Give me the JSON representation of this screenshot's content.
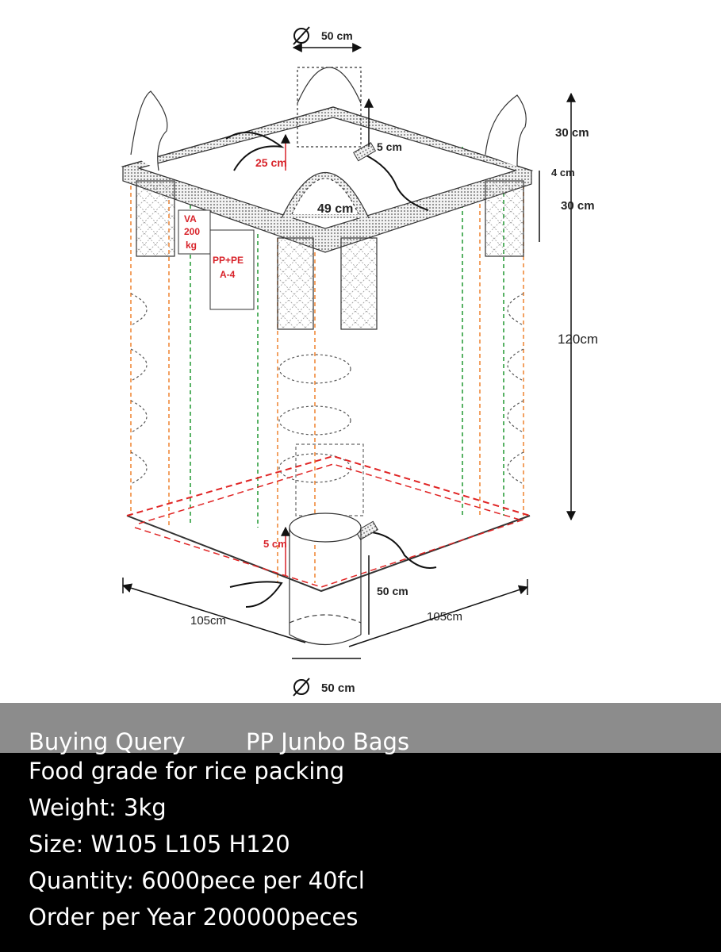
{
  "diagram": {
    "labels": {
      "top_spout_diameter": "50 cm",
      "top_spout_height": "30 cm",
      "top_tie_length": "5 cm",
      "top_skirt_depth": "25 cm",
      "top_spout_width": "49 cm",
      "band_height": "4 cm",
      "loop_height": "30 cm",
      "body_height": "120cm",
      "bottom_tie_length": "5 cm",
      "bottom_spout_height": "50 cm",
      "width_left": "105cm",
      "width_right": "105cm",
      "bottom_spout_diameter": "50 cm",
      "safety_factor": [
        "VA",
        "200",
        "kg"
      ],
      "material": [
        "PP+PE",
        "A-4"
      ]
    },
    "colors": {
      "orange_seam": "#f08a3c",
      "green_seam": "#2e9e3e",
      "red_base": "#e02424",
      "label_red": "#d8232a"
    }
  },
  "caption": {
    "title": "Buying Query",
    "subtitle": "PP Junbo Bags",
    "lines": [
      "Food grade for rice packing",
      "Weight: 3kg",
      "Size: W105 L105 H120",
      "Quantity: 6000pece per 40fcl",
      "Order per Year 200000peces"
    ]
  }
}
